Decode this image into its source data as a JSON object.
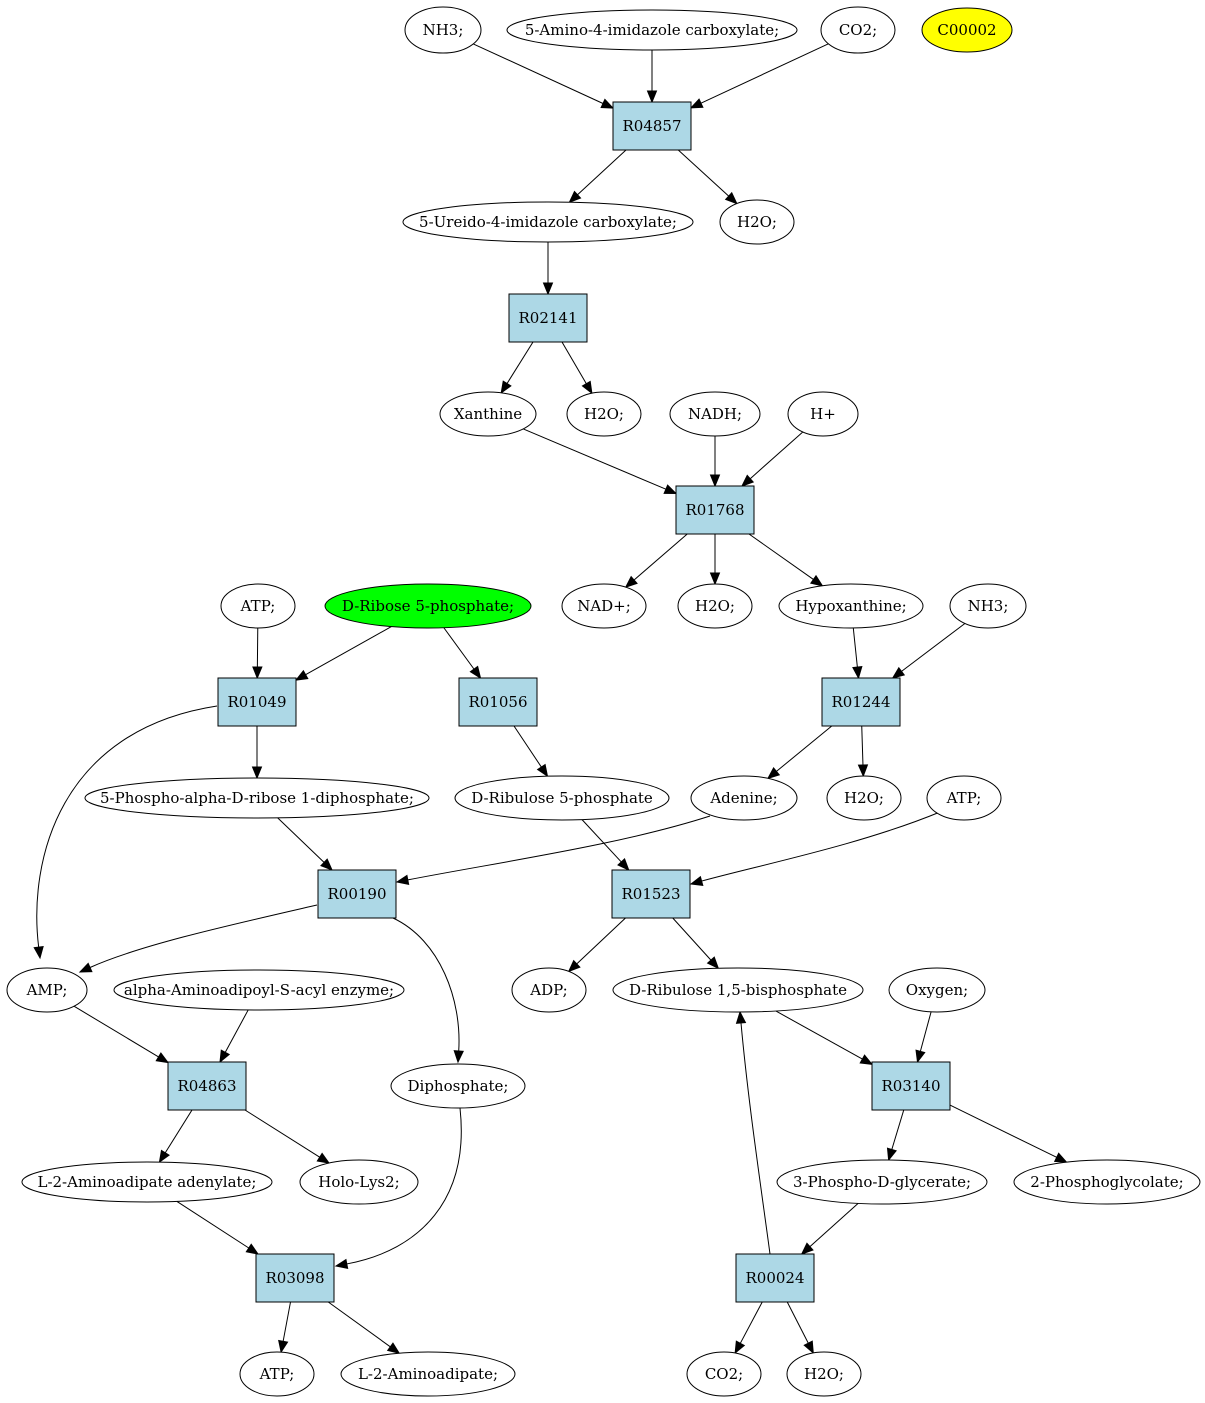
{
  "colors": {
    "reaction_fill": "#add8e6",
    "highlight_yellow": "#ffff00",
    "highlight_green": "#00ff00",
    "compound_fill": "#ffffff",
    "stroke": "#000000"
  },
  "nodes": [
    {
      "id": "nh3_top",
      "label": "NH3;",
      "shape": "ellipse"
    },
    {
      "id": "amino_imid",
      "label": "5-Amino-4-imidazole carboxylate;",
      "shape": "ellipse"
    },
    {
      "id": "co2_top",
      "label": "CO2;",
      "shape": "ellipse"
    },
    {
      "id": "c00002",
      "label": "C00002",
      "shape": "ellipse",
      "color": "#ffff00"
    },
    {
      "id": "r04857",
      "label": "R04857",
      "shape": "box"
    },
    {
      "id": "ureido",
      "label": "5-Ureido-4-imidazole carboxylate;",
      "shape": "ellipse"
    },
    {
      "id": "h2o_1",
      "label": "H2O;",
      "shape": "ellipse"
    },
    {
      "id": "r02141",
      "label": "R02141",
      "shape": "box"
    },
    {
      "id": "xanthine",
      "label": "Xanthine",
      "shape": "ellipse"
    },
    {
      "id": "h2o_2",
      "label": "H2O;",
      "shape": "ellipse"
    },
    {
      "id": "nadh",
      "label": "NADH;",
      "shape": "ellipse"
    },
    {
      "id": "hplus",
      "label": "H+",
      "shape": "ellipse"
    },
    {
      "id": "r01768",
      "label": "R01768",
      "shape": "box"
    },
    {
      "id": "atp_1",
      "label": "ATP;",
      "shape": "ellipse"
    },
    {
      "id": "ribose5p",
      "label": "D-Ribose 5-phosphate;",
      "shape": "ellipse",
      "color": "#00ff00"
    },
    {
      "id": "nadplus",
      "label": "NAD+;",
      "shape": "ellipse"
    },
    {
      "id": "h2o_3",
      "label": "H2O;",
      "shape": "ellipse"
    },
    {
      "id": "hypoxanthine",
      "label": "Hypoxanthine;",
      "shape": "ellipse"
    },
    {
      "id": "nh3_2",
      "label": "NH3;",
      "shape": "ellipse"
    },
    {
      "id": "r01049",
      "label": "R01049",
      "shape": "box"
    },
    {
      "id": "r01056",
      "label": "R01056",
      "shape": "box"
    },
    {
      "id": "r01244",
      "label": "R01244",
      "shape": "box"
    },
    {
      "id": "prpp",
      "label": "5-Phospho-alpha-D-ribose 1-diphosphate;",
      "shape": "ellipse"
    },
    {
      "id": "ribulose5p",
      "label": "D-Ribulose 5-phosphate",
      "shape": "ellipse"
    },
    {
      "id": "adenine",
      "label": "Adenine;",
      "shape": "ellipse"
    },
    {
      "id": "h2o_4",
      "label": "H2O;",
      "shape": "ellipse"
    },
    {
      "id": "atp_2",
      "label": "ATP;",
      "shape": "ellipse"
    },
    {
      "id": "r00190",
      "label": "R00190",
      "shape": "box"
    },
    {
      "id": "r01523",
      "label": "R01523",
      "shape": "box"
    },
    {
      "id": "amp",
      "label": "AMP;",
      "shape": "ellipse"
    },
    {
      "id": "aminoadipoyl",
      "label": "alpha-Aminoadipoyl-S-acyl enzyme;",
      "shape": "ellipse"
    },
    {
      "id": "adp",
      "label": "ADP;",
      "shape": "ellipse"
    },
    {
      "id": "ribulose15bp",
      "label": "D-Ribulose 1,5-bisphosphate",
      "shape": "ellipse"
    },
    {
      "id": "oxygen",
      "label": "Oxygen;",
      "shape": "ellipse"
    },
    {
      "id": "r04863",
      "label": "R04863",
      "shape": "box"
    },
    {
      "id": "diphosphate",
      "label": "Diphosphate;",
      "shape": "ellipse"
    },
    {
      "id": "r03140",
      "label": "R03140",
      "shape": "box"
    },
    {
      "id": "l2aa_adenylate",
      "label": "L-2-Aminoadipate adenylate;",
      "shape": "ellipse"
    },
    {
      "id": "holo_lys2",
      "label": "Holo-Lys2;",
      "shape": "ellipse"
    },
    {
      "id": "phosphoglycerate",
      "label": "3-Phospho-D-glycerate;",
      "shape": "ellipse"
    },
    {
      "id": "phosphoglycolate",
      "label": "2-Phosphoglycolate;",
      "shape": "ellipse"
    },
    {
      "id": "r03098",
      "label": "R03098",
      "shape": "box"
    },
    {
      "id": "r00024",
      "label": "R00024",
      "shape": "box"
    },
    {
      "id": "atp_3",
      "label": "ATP;",
      "shape": "ellipse"
    },
    {
      "id": "l2aa",
      "label": "L-2-Aminoadipate;",
      "shape": "ellipse"
    },
    {
      "id": "co2_bottom",
      "label": "CO2;",
      "shape": "ellipse"
    },
    {
      "id": "h2o_5",
      "label": "H2O;",
      "shape": "ellipse"
    }
  ],
  "edges": [
    {
      "from": "nh3_top",
      "to": "r04857"
    },
    {
      "from": "amino_imid",
      "to": "r04857"
    },
    {
      "from": "co2_top",
      "to": "r04857"
    },
    {
      "from": "r04857",
      "to": "ureido"
    },
    {
      "from": "r04857",
      "to": "h2o_1"
    },
    {
      "from": "ureido",
      "to": "r02141"
    },
    {
      "from": "r02141",
      "to": "xanthine"
    },
    {
      "from": "r02141",
      "to": "h2o_2"
    },
    {
      "from": "xanthine",
      "to": "r01768"
    },
    {
      "from": "nadh",
      "to": "r01768"
    },
    {
      "from": "hplus",
      "to": "r01768"
    },
    {
      "from": "r01768",
      "to": "nadplus"
    },
    {
      "from": "r01768",
      "to": "h2o_3"
    },
    {
      "from": "r01768",
      "to": "hypoxanthine"
    },
    {
      "from": "atp_1",
      "to": "r01049"
    },
    {
      "from": "ribose5p",
      "to": "r01049"
    },
    {
      "from": "ribose5p",
      "to": "r01056"
    },
    {
      "from": "hypoxanthine",
      "to": "r01244"
    },
    {
      "from": "nh3_2",
      "to": "r01244"
    },
    {
      "from": "r01049",
      "to": "prpp"
    },
    {
      "from": "r01049",
      "to": "amp"
    },
    {
      "from": "r01056",
      "to": "ribulose5p"
    },
    {
      "from": "r01244",
      "to": "adenine"
    },
    {
      "from": "r01244",
      "to": "h2o_4"
    },
    {
      "from": "prpp",
      "to": "r00190"
    },
    {
      "from": "adenine",
      "to": "r00190"
    },
    {
      "from": "ribulose5p",
      "to": "r01523"
    },
    {
      "from": "atp_2",
      "to": "r01523"
    },
    {
      "from": "r00190",
      "to": "amp"
    },
    {
      "from": "r00190",
      "to": "diphosphate"
    },
    {
      "from": "r01523",
      "to": "adp"
    },
    {
      "from": "r01523",
      "to": "ribulose15bp"
    },
    {
      "from": "amp",
      "to": "r04863"
    },
    {
      "from": "aminoadipoyl",
      "to": "r04863"
    },
    {
      "from": "ribulose15bp",
      "to": "r03140"
    },
    {
      "from": "oxygen",
      "to": "r03140"
    },
    {
      "from": "r04863",
      "to": "l2aa_adenylate"
    },
    {
      "from": "r04863",
      "to": "holo_lys2"
    },
    {
      "from": "r03140",
      "to": "phosphoglycerate"
    },
    {
      "from": "r03140",
      "to": "phosphoglycolate"
    },
    {
      "from": "l2aa_adenylate",
      "to": "r03098"
    },
    {
      "from": "diphosphate",
      "to": "r03098"
    },
    {
      "from": "phosphoglycerate",
      "to": "r00024"
    },
    {
      "from": "r00024",
      "to": "ribulose15bp"
    },
    {
      "from": "r03098",
      "to": "atp_3"
    },
    {
      "from": "r03098",
      "to": "l2aa"
    },
    {
      "from": "r00024",
      "to": "co2_bottom"
    },
    {
      "from": "r00024",
      "to": "h2o_5"
    }
  ]
}
